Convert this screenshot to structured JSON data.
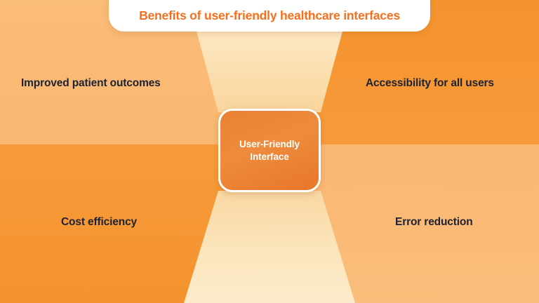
{
  "title": {
    "text": "Benefits of user-friendly healthcare interfaces",
    "color": "#F4701F"
  },
  "center": {
    "line1": "User-Friendly",
    "line2": "Interface",
    "text_color": "#FFFFFF",
    "fill_color": "#E98134",
    "border_color": "#FFFFFF"
  },
  "branches": [
    {
      "label": "Improved patient outcomes",
      "position": "top-left"
    },
    {
      "label": "Accessibility for all users",
      "position": "top-right"
    },
    {
      "label": "Cost efficiency",
      "position": "bottom-left"
    },
    {
      "label": "Error reduction",
      "position": "bottom-right"
    }
  ],
  "palette": {
    "orange_light": "#FABC79",
    "orange_dark": "#F4942E",
    "wedge_cream": "#FBE3B8",
    "wedge_pale": "#FDEFD2",
    "label_text": "#1C2333",
    "card_background": "#FFFFFF"
  }
}
